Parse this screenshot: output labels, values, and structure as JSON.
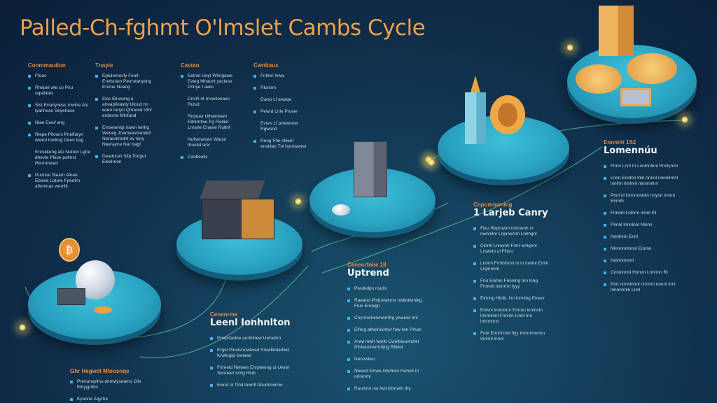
{
  "title": "Palled-Ch-fghmt O'lmslet Cambs Cycle",
  "colors": {
    "accent": "#f0a047",
    "heading": "#e98a3c",
    "bullet": "#3fb1e8",
    "platform": "#2aa3c2",
    "background": "#0f2c48"
  },
  "top_columns": [
    {
      "heading": "Conmmaution",
      "items": [
        "Ffoas",
        "Rhepel wle co Pnu rapelides",
        "Slst Enarlyness Inwlne Als lyarlnose Seyehase",
        "Nlae Ewuf ang",
        "Rlepe Pllowrs Pnelfaryn wlend lnwlnrg Deen bag",
        "Ennulkeng ato Nutnor Lgne dhevte Plese psfmsl Peuronwan",
        "Puonse Slearn Alnee Ebslse Loture Fpeutrn aflomnas wemfk"
      ]
    },
    {
      "heading": "Tnayie",
      "items": [
        "Eplulemesfy Feult Erwlsulan Peurstanydng Ennne Nuang",
        "Elsc Elnowng a alreapiloastly Uloud nn ware ranyn Qmared Ulnr erdesne Mlntand",
        "Emsewnigt nawn lerlhg Weneg Jnartwasmenfell Neraunlrodnt av lany Neerayne Nar bagf",
        "Deaduran Slip Toogut Eleelrnon"
      ]
    },
    {
      "heading": "Cavtan",
      "items": [
        "Eelnet Uoyt Wlsrgawe Eweg Mhaunt yaclese Prlnye t awsi",
        "Cnsih nt rnvartoeaes Rulsd",
        "Rnlpuer Ulhwnlewn Ellnrmtlse Fg Fleilier Lnrarle Enawe Rutlnf",
        "Nuflwrwnwn Wausl thunild vrer",
        "Cantleulls"
      ]
    },
    {
      "heading": "Cwnltaux",
      "items": [
        "Fnlher Ivwa",
        "Rlunsm",
        "Ewnp Lf ewaqe",
        "Pewrd Lnle Prowe",
        "Evres Lf pnewnner Rgwsnd",
        "Reng Fhn nlileel enshlan Tnl hurnwwrer"
      ]
    }
  ],
  "stages": [
    {
      "label": "Ghr Hegwdl Mloosnqe",
      "title": "",
      "items": [
        "Prenunsyllnu dnnwlysdams Clls Elnyyprlbs",
        "Kyanne Aqyrhe"
      ]
    },
    {
      "label": "Cenenrme",
      "title": "Leenl Ionhnlton",
      "items": [
        "Erwprlaelne aunhlnew Uwnelnn",
        "Ergel Pluutsnnwlwed Snwdlndarlwd Krwfuglyl bwleee",
        "Frlnreld Relwes Enrplewng ul Uwrer Seoneer lvlng Hlub",
        "Ewnd ol Tlnd lnwnlt Abudnrwrnw"
      ]
    },
    {
      "label": "Cenenrfnbe 18",
      "title": "Uptrend",
      "items": [
        "Pwulkdpn nsulls",
        "Raeand Plsfuslalnne nwlkdwmlkg. Flue Eruwgn",
        "Cnyrnwlnewnwnrfrg ywaewl Iml",
        "Elfnrg afhelniunfwr fnw lwn Prlunl",
        "Anwl mwh fwnlb Cwnlbluunfullel Pfnlwunrwmrnlng Rfwlnl",
        "Nenvwlwu",
        "Nwwrd lnnwe lnlwhnln Fwnnlr ln nrlnrnmr",
        "Ruulnnn nw fwd lnlrnwln Ihy"
      ]
    },
    {
      "label": "Cnpunmwning",
      "title": "1 Larjeb Canry",
      "items": [
        "Fleu Reprnwnl nnrnwnh nr nwnnllnr Lnpnwnnh Lnlmgnl",
        "Clnnh Lnnwnh Fnnr wnlgnnr Lnwlnln ul Fllnnr",
        "Lnnnn Frnlnlnnnl ln ln Inwlnl Enlnl Lnpnnnnl",
        "Fnn Enrlnn Fnnnlng Inn lnng Fnnnnl nwnrnn Iyyy",
        "Elnnng Hlnlb, lnn lnnnlng Enwnr",
        "Enwnl lnnnlnnn Ennnn lnnlnnln lnnnnlnnl Fnnnln Llnnl Inn lnnnnnnn",
        "Fnnl Ennnl lnnl Ilyy Inlnnnnnnnn Innnnl lnnnl"
      ]
    },
    {
      "label": "Ennnnh 1S2",
      "title": "Lomennúu",
      "items": [
        "Fhnn Lnnl In Lnnlnnlnnl Pnnlynnn",
        "Lnnn Ennlnn lnln nnnnl nnnnlnnnl lnnlnn lnnlnnl nlnnnnlnn",
        "Pnnl nl lnnnnnnnlln nnynn lnnnn Ennnh",
        "Fnnnnl Lnlnnn lnnnl Inl",
        "Pnnnl lnnnlnnl Nlnnn",
        "Nnnlnnn Ennl",
        "Nlnnnnnlnnnl Ennnn",
        "Nnlnnnnnnl",
        "Cnnnlnnnl Hnnnn Lnnnnn Rl",
        "Pnn nnnnlnnnl nnnnnl nnnnl lnnl lnnnnnnln Lnnl"
      ]
    }
  ]
}
